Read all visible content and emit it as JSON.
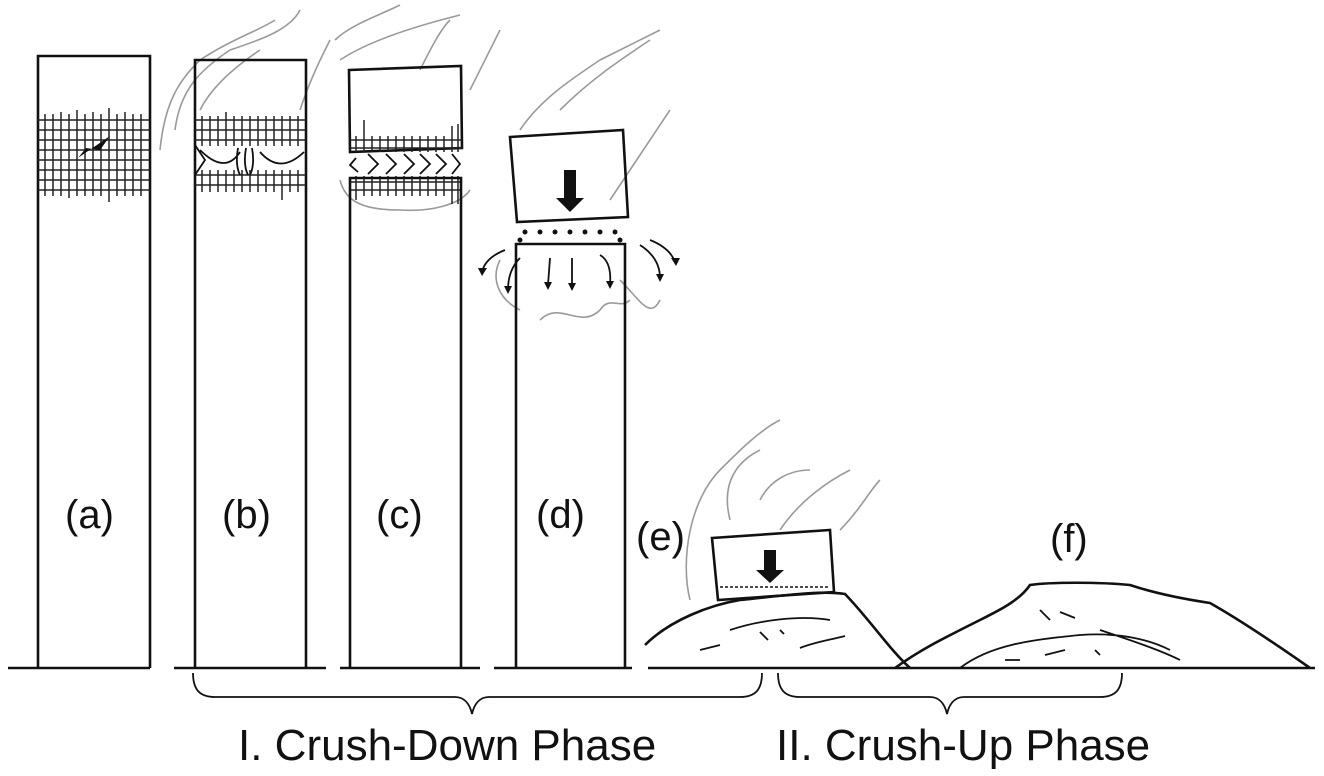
{
  "figure": {
    "stage_labels": [
      "(a)",
      "(b)",
      "(c)",
      "(d)",
      "(e)",
      "(f)"
    ],
    "phases": [
      {
        "label": "I. Crush-Down Phase",
        "spans": [
          "(b)",
          "(c)",
          "(d)",
          "(e)"
        ]
      },
      {
        "label": "II. Crush-Up Phase",
        "spans": [
          "(e)",
          "(f)"
        ]
      }
    ],
    "stages": [
      {
        "id": "a",
        "depicts": "building with impact damage zone"
      },
      {
        "id": "b",
        "depicts": "fire-weakened floors sagging, smoke"
      },
      {
        "id": "c",
        "depicts": "story collapse with buckled columns, smoke"
      },
      {
        "id": "d",
        "depicts": "upper block tilting and crushing down with debris layer, downward arrow"
      },
      {
        "id": "e",
        "depicts": "upper block resting on rubble pile, downward arrow"
      },
      {
        "id": "f",
        "depicts": "final rubble pile"
      }
    ]
  }
}
